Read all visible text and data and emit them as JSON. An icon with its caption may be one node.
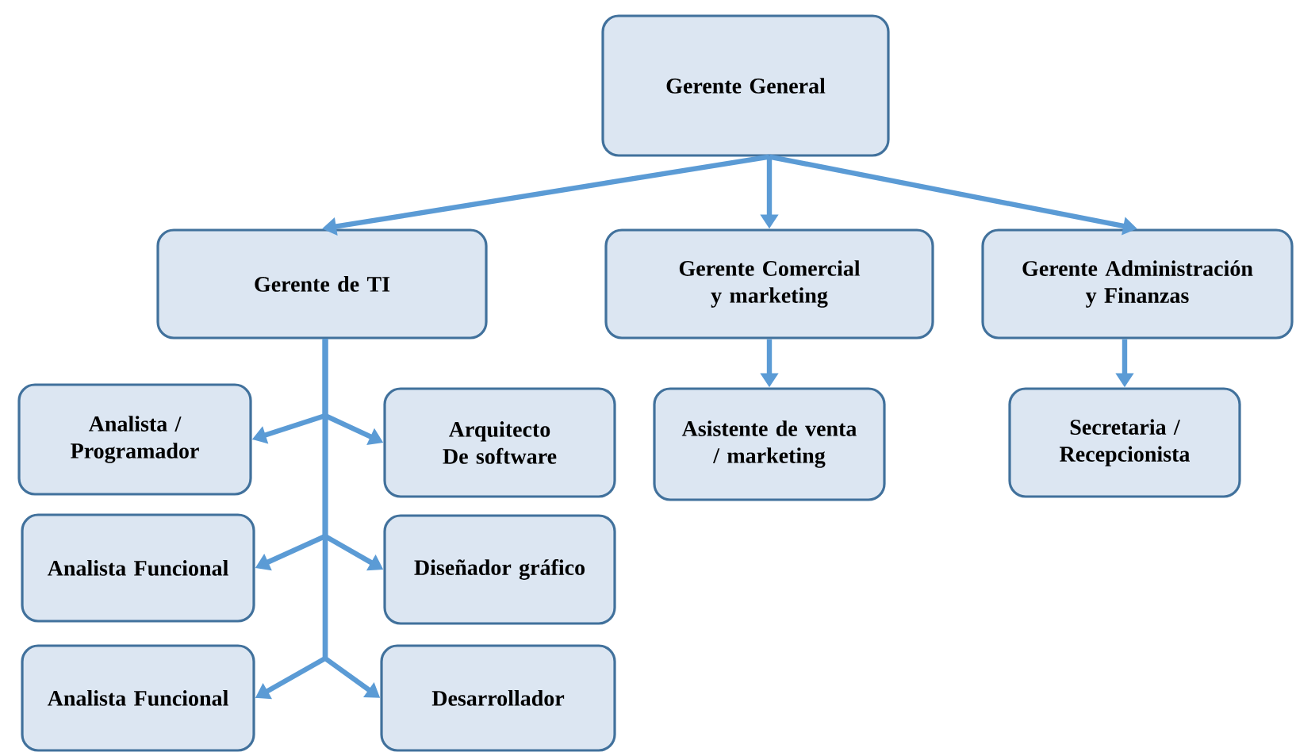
{
  "diagram": {
    "nodes": [
      {
        "text": [
          "Gerente General"
        ]
      },
      {
        "text": [
          "Gerente de TI"
        ]
      },
      {
        "text": [
          "Gerente Comercial y marketing"
        ]
      },
      {
        "text": [
          "Gerente Administración y Finanzas"
        ]
      },
      {
        "text": [
          "Analista / Programador"
        ]
      },
      {
        "text": [
          "Arquitecto De software"
        ]
      },
      {
        "text": [
          "Analista Funcional"
        ]
      },
      {
        "text": [
          "Diseñador gráfico"
        ]
      },
      {
        "text": [
          "Analista Funcional"
        ]
      },
      {
        "text": [
          "Desarrollador"
        ]
      },
      {
        "text": [
          "Asistente de venta / marketing"
        ]
      },
      {
        "text": [
          "Secretaria / Recepcionista"
        ]
      }
    ],
    "edges": [
      {
        "from": 0,
        "to": 1,
        "arrow": "to"
      },
      {
        "from": 0,
        "to": 2,
        "arrow": "to"
      },
      {
        "from": 0,
        "to": 3,
        "arrow": "to"
      },
      {
        "from": 1,
        "to": 4,
        "arrow": "to"
      },
      {
        "from": 1,
        "to": 5,
        "arrow": "to"
      },
      {
        "from": 1,
        "to": 6,
        "arrow": "to"
      },
      {
        "from": 1,
        "to": 7,
        "arrow": "to"
      },
      {
        "from": 1,
        "to": 8,
        "arrow": "to"
      },
      {
        "from": 1,
        "to": 9,
        "arrow": "to"
      },
      {
        "from": 2,
        "to": 10,
        "arrow": "to"
      },
      {
        "from": 3,
        "to": 11,
        "arrow": "to"
      }
    ]
  }
}
